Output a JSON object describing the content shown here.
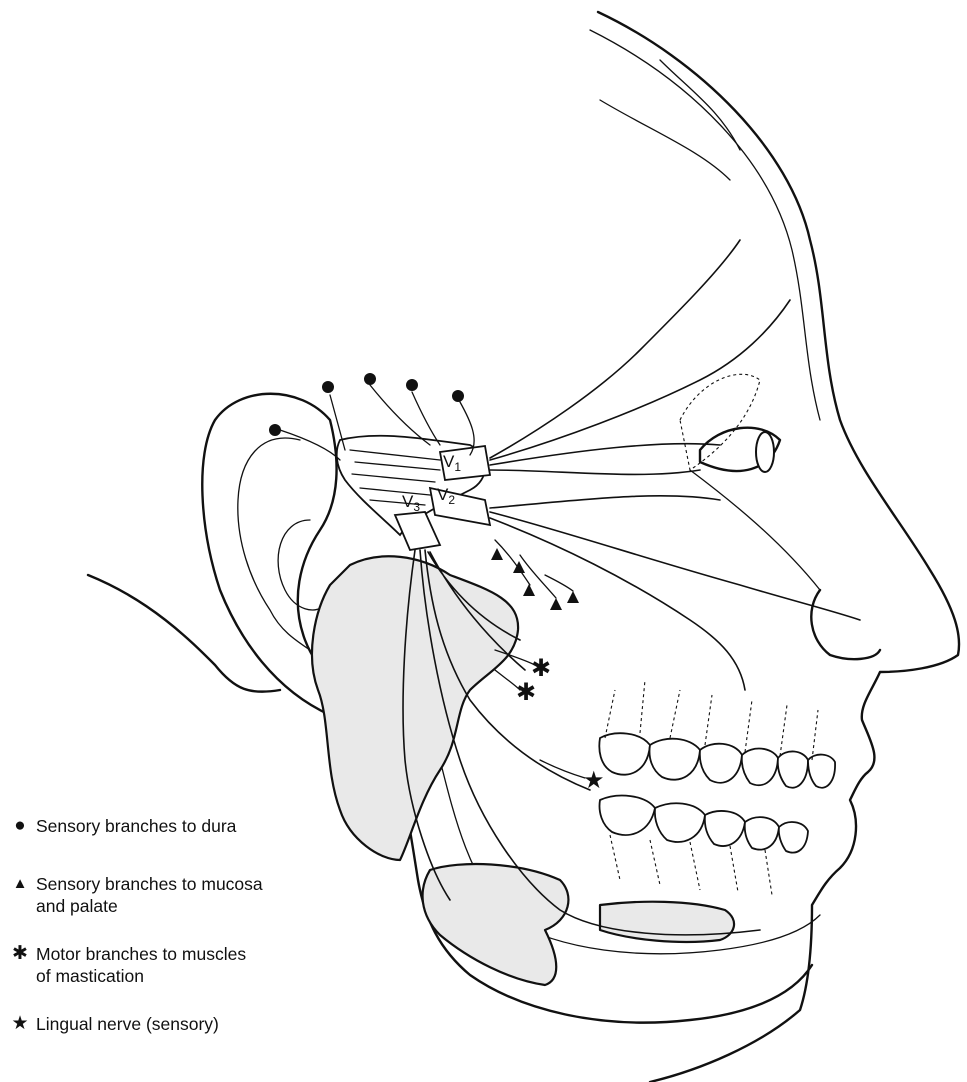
{
  "figure": {
    "nerve_labels": {
      "v1": {
        "letter": "V",
        "sub": "1"
      },
      "v2": {
        "letter": "V",
        "sub": "2"
      },
      "v3": {
        "letter": "V",
        "sub": "3"
      }
    }
  },
  "legend": [
    {
      "symbol": "●",
      "symbol_name": "filled-circle",
      "text": "Sensory branches to dura"
    },
    {
      "symbol": "▲",
      "symbol_name": "filled-triangle",
      "text": "Sensory branches to mucosa\nand palate"
    },
    {
      "symbol": "✱",
      "symbol_name": "asterisk",
      "text": "Motor branches to muscles\nof mastication"
    },
    {
      "symbol": "★",
      "symbol_name": "filled-star",
      "text": "Lingual nerve (sensory)"
    }
  ]
}
